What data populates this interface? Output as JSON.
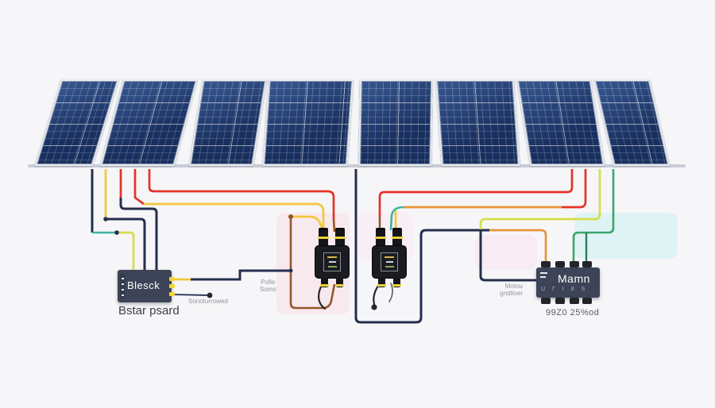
{
  "diagram_title": "solar-array-wiring-diagram",
  "left_box": {
    "title": "Blesck",
    "caption": "Bstar psard",
    "port_label": "Sonoturrowed"
  },
  "connector_note": {
    "line1": "Pofie",
    "line2": "Soms"
  },
  "right_box": {
    "title": "Mamn",
    "ports_row": "U Γ I 8 S",
    "side_label_line1": "Motou",
    "side_label_line2": "gridtioer",
    "caption": "99Z0 25%od"
  },
  "panels": {
    "count": 8
  },
  "palette": {
    "panel_blue": "#1f3c72",
    "wire_navy": "#262e4d",
    "wire_red": "#e63228",
    "wire_gold": "#f2c73b",
    "wire_yellow_green": "#d5dd4a",
    "wire_orange": "#e6953a",
    "wire_teal": "#3cb5a2",
    "wire_green": "#3aa66b",
    "wire_brown": "#96572a",
    "box_slate": "#3d4457",
    "tab_yellow": "#f2d43b",
    "background": "#f6f6f8"
  }
}
